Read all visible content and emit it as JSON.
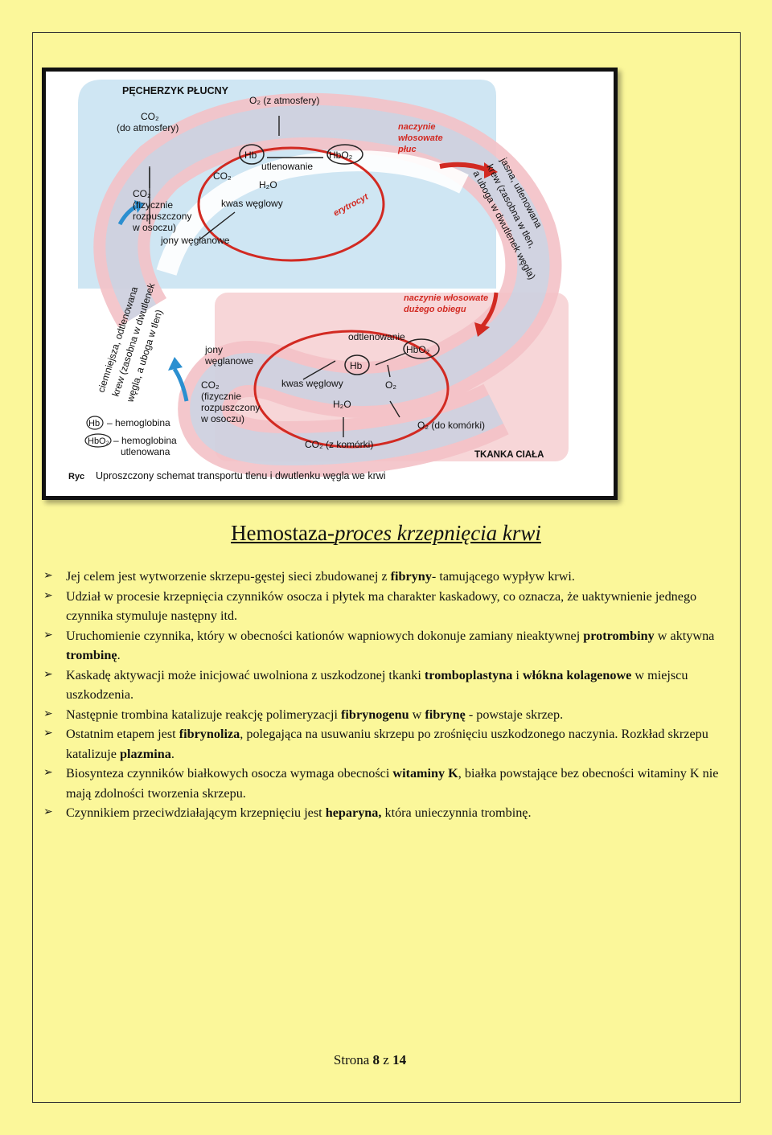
{
  "figure": {
    "title": "PĘCHERZYK PŁUCNY",
    "o2_atm": "O₂ (z atmosfery)",
    "co2_atm_1": "CO₂",
    "co2_atm_2": "(do atmosfery)",
    "co2_dissolved_top_1": "CO₂",
    "co2_dissolved_top_2": "(fizycznie",
    "co2_dissolved_top_3": "rozpuszczony",
    "co2_dissolved_top_4": "w osoczu)",
    "carbonate_top": "jony węglanowe",
    "hb_top": "Hb",
    "hbo2_top": "HbO₂",
    "oxygenation": "utlenowanie",
    "co2_top_cell": "CO₂",
    "h2o_top": "H₂O",
    "carbonic_top": "kwas węglowy",
    "erythrocyte": "erytrocyt",
    "lung_capillaries_1": "naczynie",
    "lung_capillaries_2": "włosowate",
    "lung_capillaries_3": "płuc",
    "bright_blood_1": "jasna, utlenowana",
    "bright_blood_2": "krew (zasobna w tlen,",
    "bright_blood_3": "a uboga w dwutlenek węgla)",
    "dark_blood_1": "ciemniejsza, odtlenowana",
    "dark_blood_2": "krew (zasobna w dwutlenek",
    "dark_blood_3": "węgla, a uboga w tlen)",
    "systemic_capillaries_1": "naczynie włosowate",
    "systemic_capillaries_2": "dużego obiegu",
    "carbonate_bottom_1": "jony",
    "carbonate_bottom_2": "węglanowe",
    "deoxygenation": "odtlenowanie",
    "hb_bottom": "Hb",
    "hbo2_bottom": "HbO₂",
    "carbonic_bottom": "kwas węglowy",
    "o2_bottom": "O₂",
    "h2o_bottom": "H₂O",
    "co2_dissolved_bottom_1": "CO₂",
    "co2_dissolved_bottom_2": "(fizycznie",
    "co2_dissolved_bottom_3": "rozpuszczony",
    "co2_dissolved_bottom_4": "w osoczu)",
    "o2_to_cell": "O₂ (do komórki)",
    "co2_from_cell": "CO₂ (z komórki)",
    "tissue": "TKANKA CIAŁA",
    "legend_hb_symbol": "Hb",
    "legend_hb": "– hemoglobina",
    "legend_hbo2_symbol": "HbO₂",
    "legend_hbo2_1": "– hemoglobina",
    "legend_hbo2_2": "utlenowana",
    "caption_label": "Ryc",
    "caption": "Uproszczony schemat transportu tlenu i dwutlenku węgla we krwi",
    "colors": {
      "red": "#d22a22",
      "blue": "#2b8fd0",
      "pink": "#f0c9cc",
      "lightblue": "#bfe0f0"
    }
  },
  "heading": {
    "part1": "Hemostaza-",
    "part2": "proces krzepnięcia krwi"
  },
  "bullets": [
    {
      "t1": "Jej celem jest wytworzenie skrzepu-gęstej sieci zbudowanej z ",
      "b1": "fibryny",
      "t2": "- tamującego wypływ krwi."
    },
    {
      "t1": "Udział w procesie krzepnięcia czynników osocza i płytek ma charakter kaskadowy, co oznacza, że uaktywnienie jednego czynnika stymuluje następny itd."
    },
    {
      "t1": "Uruchomienie czynnika, który w obecności kationów wapniowych dokonuje zamiany nieaktywnej ",
      "b1": "protrombiny",
      "t2": " w aktywna ",
      "b2": "trombinę",
      "t3": "."
    },
    {
      "t1": "Kaskadę aktywacji może inicjować uwolniona z uszkodzonej tkanki ",
      "b1": "tromboplastyna",
      "t2": " i ",
      "b2": "włókna kolagenowe",
      "t3": " w miejscu uszkodzenia."
    },
    {
      "t1": "Następnie trombina katalizuje reakcję polimeryzacji ",
      "b1": "fibrynogenu",
      "t2": " w ",
      "b2": "fibrynę",
      "t3": " - powstaje skrzep."
    },
    {
      "t1": "Ostatnim etapem jest ",
      "b1": "fibrynoliza",
      "t2": ", polegająca na usuwaniu skrzepu po zrośnięciu uszkodzonego naczynia. Rozkład skrzepu katalizuje ",
      "b2": "plazmina",
      "t3": "."
    },
    {
      "t1": "Biosynteza czynników białkowych osocza wymaga obecności ",
      "b1": "witaminy K",
      "t2": ", białka powstające bez obecności witaminy K nie mają zdolności tworzenia skrzepu."
    },
    {
      "t1": "Czynnikiem przeciwdziałającym krzepnięciu jest ",
      "b1": "heparyna,",
      "t2": " która unieczynnia trombinę."
    }
  ],
  "footer": {
    "prefix": "Strona ",
    "page": "8",
    "mid": " z ",
    "total": "14"
  }
}
